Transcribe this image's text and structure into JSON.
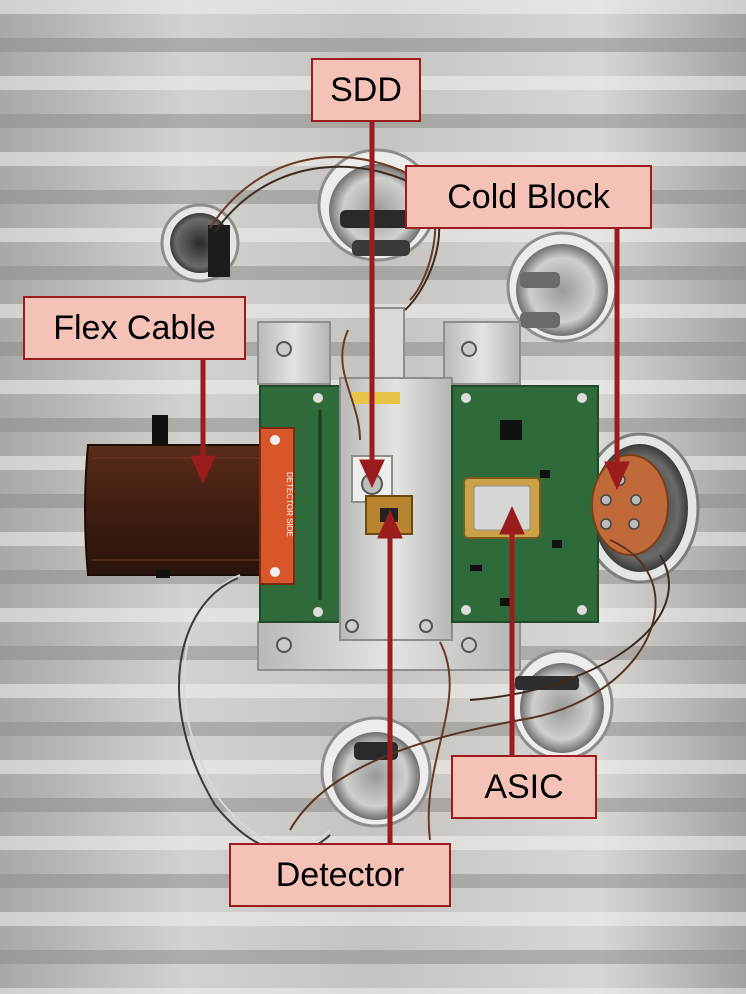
{
  "labels": {
    "sdd": "SDD",
    "cold_block": "Cold Block",
    "flex_cable": "Flex Cable",
    "asic": "ASIC",
    "detector": "Detector"
  },
  "board_text": {
    "connector": "DETECTOR SIDE"
  },
  "colors": {
    "callout_fill": "#f5c2b7",
    "callout_border": "#9b1c1c",
    "pointer": "#9b1c1c",
    "pcb": "#2f6b3a",
    "flex_cable": "#4a2516",
    "connector": "#d9552a"
  }
}
